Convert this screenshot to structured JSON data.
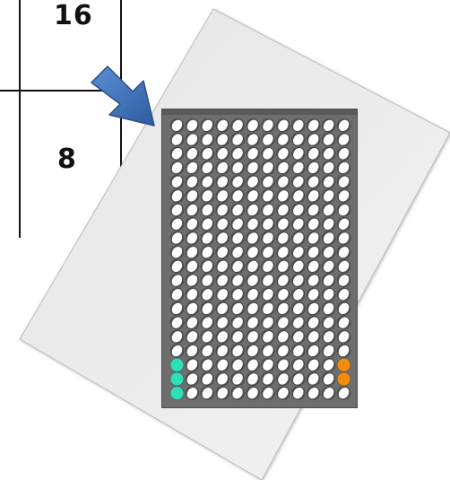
{
  "table": {
    "top_value": "16",
    "bottom_value": "8"
  },
  "plate": {
    "cols": 12,
    "rows": 20,
    "teal_wells": 3,
    "orange_wells": 2,
    "colors": {
      "plate": "#6e6e6e",
      "well": "#ffffff",
      "teal": "#2ee0b8",
      "orange": "#f08c10",
      "sheet": "#eeeeee",
      "arrow": "#3f6fb5"
    }
  },
  "icons": {
    "arrow": "arrow-down-right-icon"
  }
}
